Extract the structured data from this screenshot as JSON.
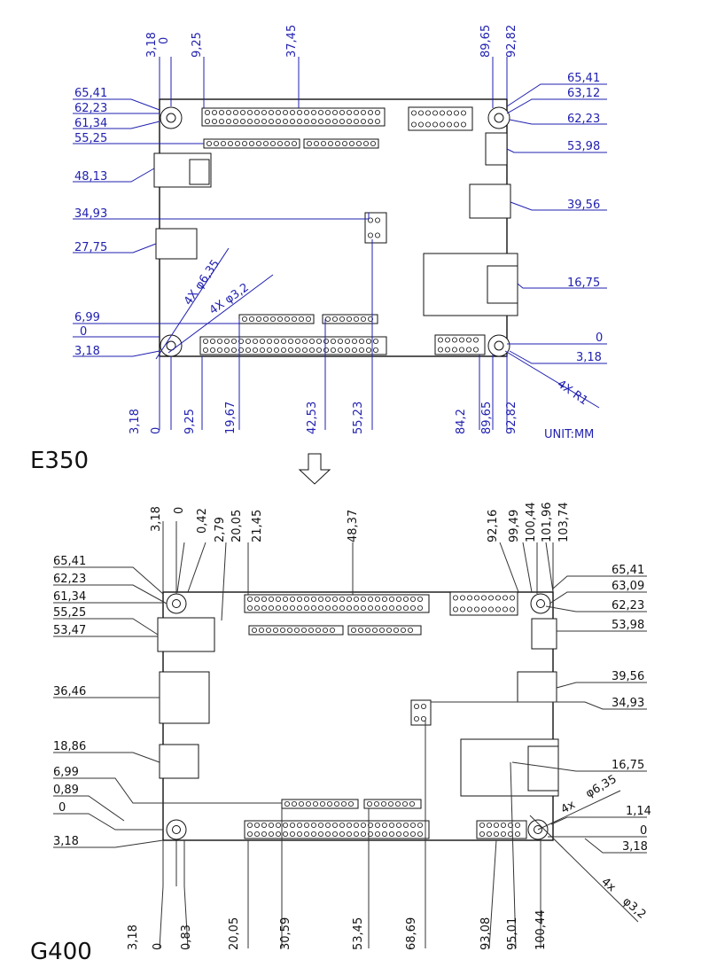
{
  "colors": {
    "e350_dim": "#1f1fb0",
    "g400_dim": "#111111",
    "outline": "#111111"
  },
  "e350": {
    "title": "E350",
    "unit": "UNIT:MM",
    "top_dims": [
      "3,18",
      "0",
      "9,25",
      "37,45",
      "89,65",
      "92,82"
    ],
    "left_dims": [
      "65,41",
      "62,23",
      "61,34",
      "55,25",
      "48,13",
      "34,93",
      "27,75",
      "6,99",
      "0",
      "3,18"
    ],
    "right_dims": [
      "65,41",
      "63,12",
      "62,23",
      "53,98",
      "39,56",
      "16,75",
      "0",
      "3,18"
    ],
    "bottom_dims": [
      "3,18",
      "0",
      "9,25",
      "19,67",
      "42,53",
      "55,23",
      "84,2",
      "89,65",
      "92,82"
    ],
    "hole_big": "4X φ6,35",
    "hole_small": "4X φ3,2",
    "corner_radius": "4X R1"
  },
  "arrow_icon": "down-arrow-icon",
  "g400": {
    "title": "G400",
    "top_dims": [
      "3,18",
      "0",
      "0,42",
      "2,79",
      "20,05",
      "21,45",
      "48,37",
      "92,16",
      "99,49",
      "100,44",
      "101,96",
      "103,74"
    ],
    "left_dims": [
      "65,41",
      "62,23",
      "61,34",
      "55,25",
      "53,47",
      "36,46",
      "18,86",
      "6,99",
      "0,89",
      "0",
      "3,18"
    ],
    "right_dims": [
      "65,41",
      "63,09",
      "62,23",
      "53,98",
      "39,56",
      "34,93",
      "16,75",
      "1,14",
      "0",
      "3,18"
    ],
    "bottom_dims": [
      "3,18",
      "0",
      "0,83",
      "20,05",
      "30,59",
      "53,45",
      "68,69",
      "93,08",
      "95,01",
      "100,44"
    ],
    "hole_big_prefix": "4x",
    "hole_big": "φ6,35",
    "hole_small_prefix": "4x",
    "hole_small": "φ3,2"
  }
}
